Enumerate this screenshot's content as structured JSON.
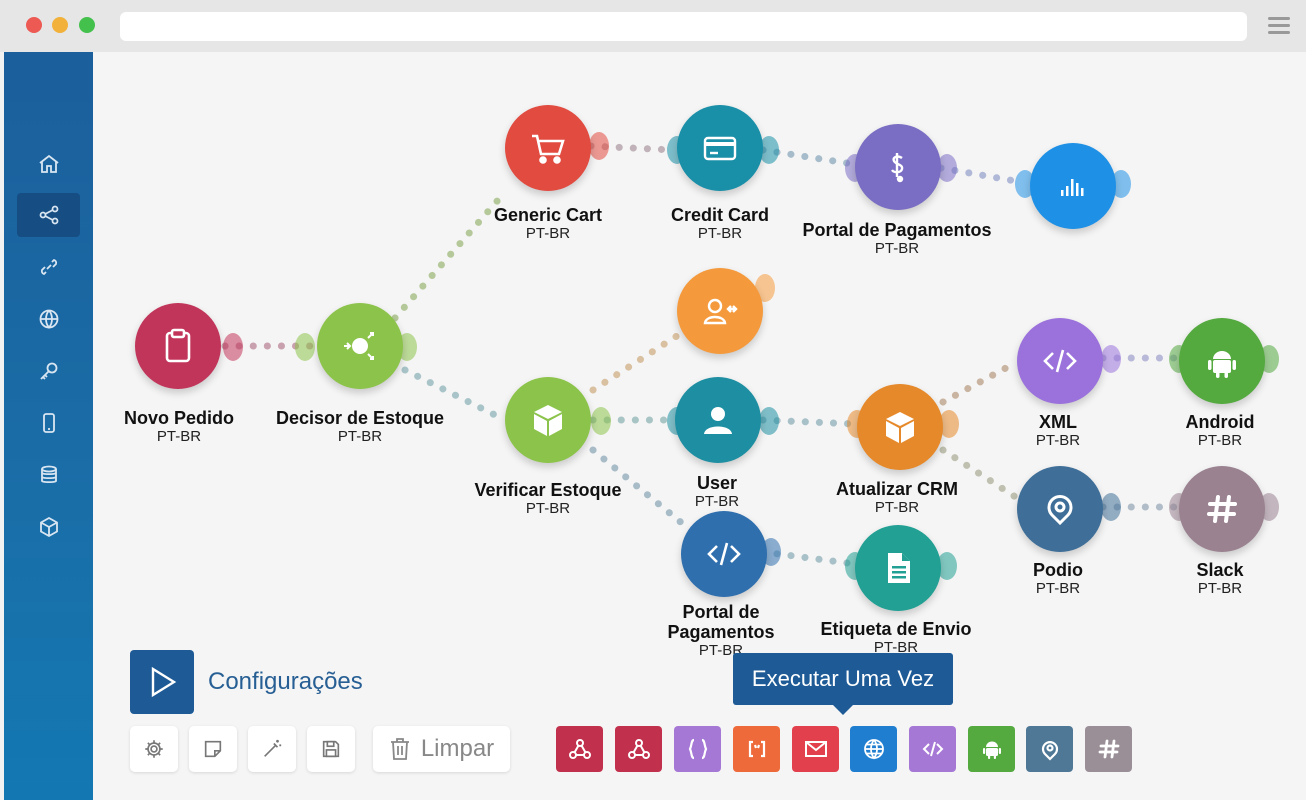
{
  "colors": {
    "sidebar": "#1b5f9c",
    "accent": "#1d5a96",
    "novo": "#c2355a",
    "decisor": "#8cc34a",
    "cart": "#e14b40",
    "card": "#1a8fa8",
    "portal_top": "#7a6ec4",
    "analytics": "#1e90e6",
    "orange": "#f59a3c",
    "user": "#1e8fa2",
    "crm": "#e5892a",
    "xml": "#9b72dc",
    "android": "#54a93f",
    "podio": "#3f6f98",
    "slack": "#9a8290",
    "etiqueta": "#21a093",
    "portal_bottom": "#2f6fae"
  },
  "sidebar": {
    "items": [
      {
        "icon": "home-icon",
        "active": false
      },
      {
        "icon": "share-icon",
        "active": true
      },
      {
        "icon": "link-icon",
        "active": false
      },
      {
        "icon": "globe-icon",
        "active": false
      },
      {
        "icon": "key-icon",
        "active": false
      },
      {
        "icon": "phone-icon",
        "active": false
      },
      {
        "icon": "database-icon",
        "active": false
      },
      {
        "icon": "cube-icon",
        "active": false
      }
    ]
  },
  "nodes": {
    "novo": {
      "title": "Novo Pedido",
      "sub": "PT-BR",
      "icon": "clipboard-icon"
    },
    "decisor": {
      "title": "Decisor de Estoque",
      "sub": "PT-BR",
      "icon": "router-icon"
    },
    "cart": {
      "title": "Generic Cart",
      "sub": "PT-BR",
      "icon": "cart-icon"
    },
    "card": {
      "title": "Credit Card",
      "sub": "PT-BR",
      "icon": "credit-card-icon"
    },
    "portal_top": {
      "title": "Portal de Pagamentos",
      "sub": "PT-BR",
      "icon": "payment-icon"
    },
    "analytics": {
      "icon": "bar-chart-icon"
    },
    "transfer": {
      "icon": "user-transfer-icon"
    },
    "verificar": {
      "title": "Verificar Estoque",
      "sub": "PT-BR",
      "icon": "box-icon"
    },
    "user": {
      "title": "User",
      "sub": "PT-BR",
      "icon": "user-icon"
    },
    "crm": {
      "title": "Atualizar CRM",
      "sub": "PT-BR",
      "icon": "box-icon"
    },
    "xml": {
      "title": "XML",
      "sub": "PT-BR",
      "icon": "code-icon"
    },
    "android": {
      "title": "Android",
      "sub": "PT-BR",
      "icon": "android-icon"
    },
    "podio": {
      "title": "Podio",
      "sub": "PT-BR",
      "icon": "podio-icon"
    },
    "slack": {
      "title": "Slack",
      "sub": "PT-BR",
      "icon": "hash-icon"
    },
    "portal_bottom": {
      "title": "Portal de",
      "title2": "Pagamentos",
      "sub": "PT-BR",
      "icon": "code-icon"
    },
    "etiqueta": {
      "title": "Etiqueta de Envio",
      "sub": "PT-BR",
      "icon": "document-icon"
    }
  },
  "bottom": {
    "settings_label": "Configurações",
    "clear_label": "Limpar",
    "tooltip": "Executar Uma Vez",
    "tools": [
      "gear-icon",
      "note-icon",
      "magic-wand-icon",
      "save-icon"
    ],
    "modules": [
      {
        "icon": "webhook-icon",
        "color": "#c1314d"
      },
      {
        "icon": "webhook-icon",
        "color": "#c1314d"
      },
      {
        "icon": "json-icon",
        "color": "#a678d6"
      },
      {
        "icon": "array-icon",
        "color": "#ee6a3a"
      },
      {
        "icon": "email-icon",
        "color": "#e2404c"
      },
      {
        "icon": "globe-icon",
        "color": "#1f7ed0"
      },
      {
        "icon": "code-icon",
        "color": "#a678d6"
      },
      {
        "icon": "android-icon",
        "color": "#54a93f"
      },
      {
        "icon": "podio-icon",
        "color": "#4f7896"
      },
      {
        "icon": "hash-icon",
        "color": "#9a8f97"
      }
    ]
  }
}
